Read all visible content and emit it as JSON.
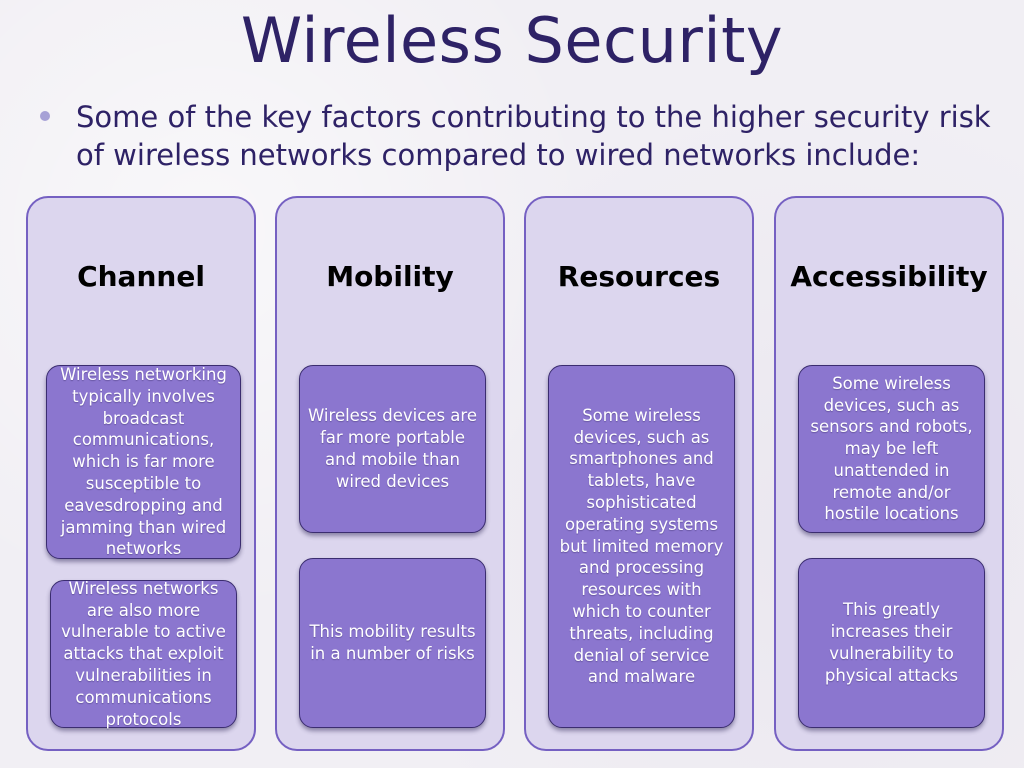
{
  "slide": {
    "title": "Wireless Security",
    "bullet": "Some of the key factors contributing to the higher security risk of wireless networks compared to wired networks include:"
  },
  "columns": [
    {
      "heading": "Channel",
      "boxes": [
        "Wireless networking typically involves broadcast communications, which is far more susceptible to eavesdropping and jamming than wired networks",
        "Wireless networks are also more vulnerable to active attacks that exploit vulnerabilities in communications protocols"
      ]
    },
    {
      "heading": "Mobility",
      "boxes": [
        "Wireless devices are far more portable and mobile than wired devices",
        "This mobility results in a number of risks"
      ]
    },
    {
      "heading": "Resources",
      "boxes": [
        "Some wireless devices, such as smartphones and tablets, have sophisticated operating systems but limited memory and processing resources with which to counter threats, including denial of service and malware"
      ]
    },
    {
      "heading": "Accessibility",
      "boxes": [
        "Some wireless devices, such as sensors and robots, may be left unattended in remote and/or hostile locations",
        "This greatly increases their vulnerability to physical attacks"
      ]
    }
  ]
}
